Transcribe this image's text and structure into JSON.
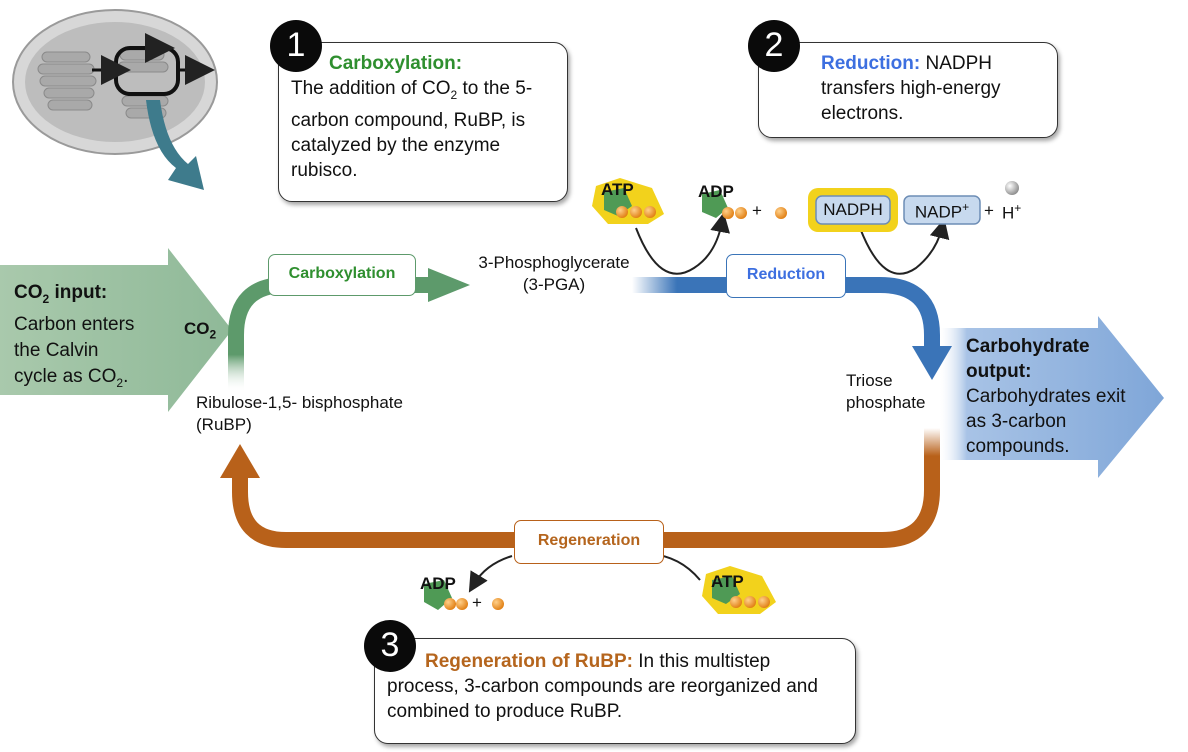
{
  "callouts": {
    "one": {
      "number": "1",
      "title": "Carboxylation:",
      "text_a": "The addition of CO",
      "text_sub": "2",
      "text_b": " to the 5-carbon compound, RuBP, is catalyzed by the enzyme rubisco."
    },
    "two": {
      "number": "2",
      "title": "Reduction:",
      "text": " NADPH transfers high-energy electrons."
    },
    "three": {
      "number": "3",
      "title": "Regeneration of RuBP:",
      "text": " In this multistep process, 3-carbon compounds are reorganized and combined to produce RuBP."
    }
  },
  "pills": {
    "carboxylation": "Carboxylation",
    "reduction": "Reduction",
    "regeneration": "Regeneration"
  },
  "labels": {
    "pga_line1": "3-Phosphoglycerate",
    "pga_line2": "(3-PGA)",
    "rubp_line1": "Ribulose-1,5- bisphosphate",
    "rubp_line2": "(RuBP)",
    "triose_line1": "Triose",
    "triose_line2": "phosphate",
    "co2_main": "CO",
    "co2_sub": "2"
  },
  "co2_input": {
    "title_main": "CO",
    "title_sub": "2",
    "title_rest": " input:",
    "line1": "Carbon enters",
    "line2": "the Calvin",
    "line3_main": "cycle as CO",
    "line3_sub": "2",
    "line3_end": "."
  },
  "carb_output": {
    "title_line1": "Carbohydrate",
    "title_line2": "output:",
    "line1": "Carbohydrates exit",
    "line2": "as 3-carbon",
    "line3": "compounds."
  },
  "molecules": {
    "atp": "ATP",
    "adp": "ADP",
    "nadph": "NADPH",
    "nadp_main": "NADP",
    "nadp_sup": "+",
    "plus": "+",
    "h_main": "H",
    "h_sup": "+"
  },
  "colors": {
    "green_arrow": "#5d9a6b",
    "blue_arrow": "#3a74b8",
    "orange_arrow": "#b8611a",
    "input_arrow": "#a9c9ac",
    "output_arrow": "#8fb1dd",
    "atp_yellow": "#f2d21c",
    "phosphate": "#e8891c"
  }
}
